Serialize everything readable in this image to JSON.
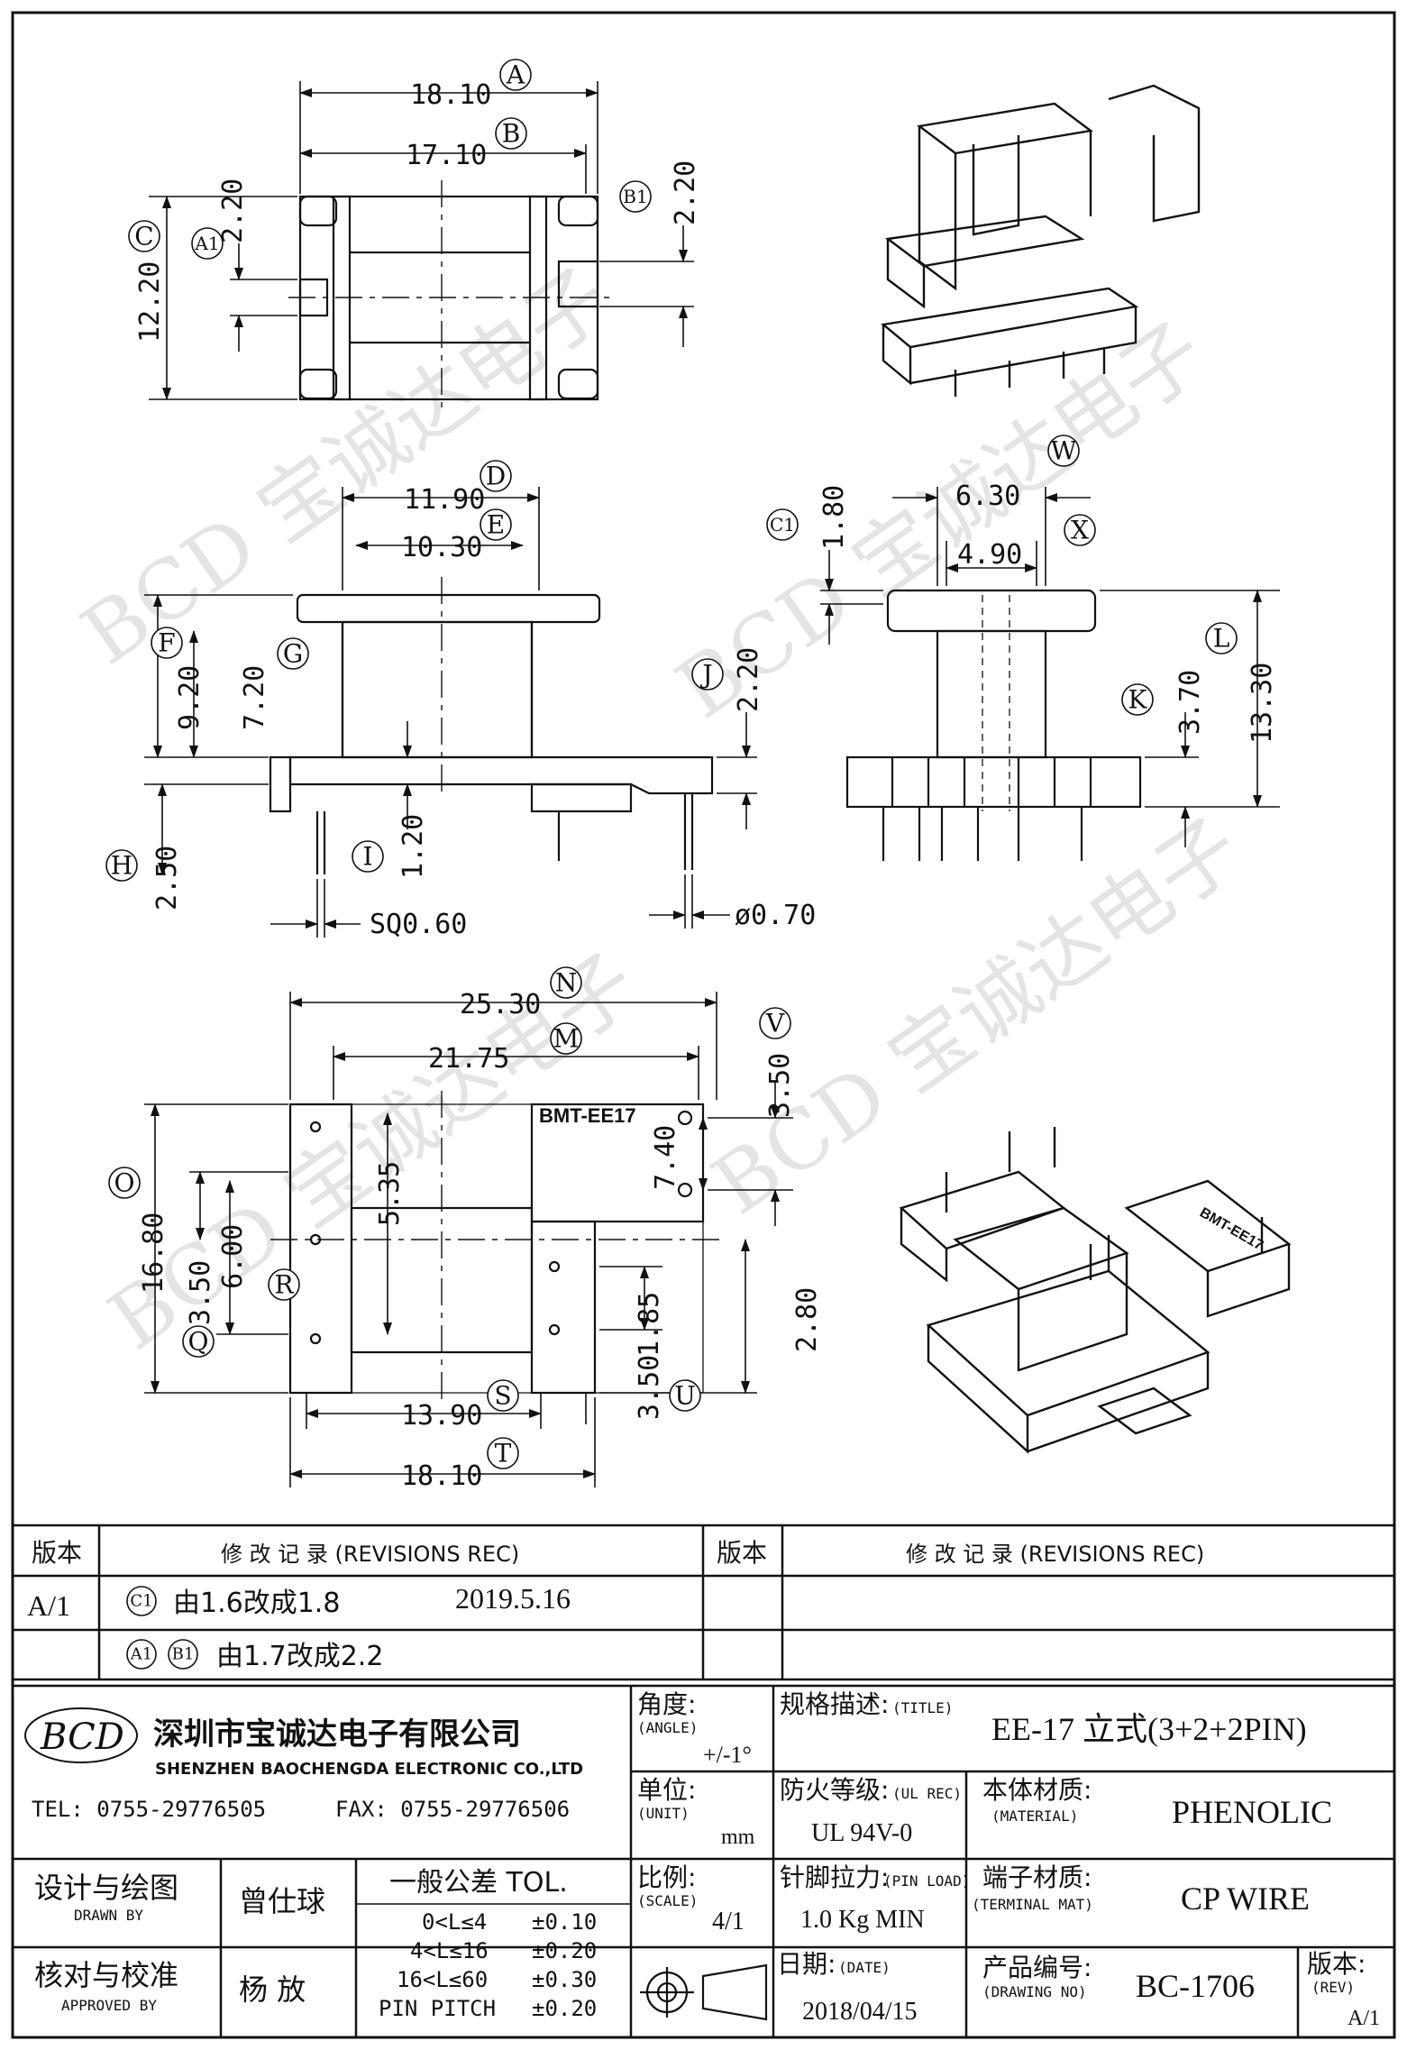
{
  "dims": {
    "A": "18.10",
    "B": "17.10",
    "A1": "2.20",
    "B1": "2.20",
    "C": "12.20",
    "D": "11.90",
    "E": "10.30",
    "F": "9.20",
    "G": "7.20",
    "J": "2.20",
    "H": "2.50",
    "I": "1.20",
    "sq": "SQ0.60",
    "dia": "ø0.70",
    "W": "6.30",
    "X": "4.90",
    "C1": "1.80",
    "L": "13.30",
    "K": "3.70",
    "N": "25.30",
    "M": "21.75",
    "V": "3.50",
    "pitch7": "7.40",
    "d535": "5.35",
    "O": "16.80",
    "R": "6.00",
    "Q": "3.50",
    "d185": "1.85",
    "d280": "2.80",
    "S": "13.90",
    "T": "18.10",
    "U": "3.50"
  },
  "labels": {
    "A": "A",
    "B": "B",
    "A1": "A1",
    "B1": "B1",
    "C": "C",
    "C1": "C1",
    "D": "D",
    "E": "E",
    "F": "F",
    "G": "G",
    "H": "H",
    "I": "I",
    "J": "J",
    "K": "K",
    "L": "L",
    "M": "M",
    "N": "N",
    "O": "O",
    "Q": "Q",
    "R": "R",
    "S": "S",
    "T": "T",
    "U": "U",
    "V": "V",
    "W": "W",
    "X": "X"
  },
  "part_marking": "BMT-EE17",
  "watermark": "BCD 宝诚达电子",
  "revisions": {
    "col_rev": "版本",
    "col_rec": "修 改 记 录 (REVISIONS REC)",
    "col_rev2": "版本",
    "col_rec2": "修 改 记 录 (REVISIONS REC)",
    "rev": "A/1",
    "row1_tag": "C1",
    "row1_text": "由1.6改成1.8",
    "row1_date": "2019.5.16",
    "row2_tag1": "A1",
    "row2_tag2": "B1",
    "row2_text": "由1.7改成2.2"
  },
  "company": {
    "logo": "BCD",
    "name_cn": "深圳市宝诚达电子有限公司",
    "name_en": "SHENZHEN BAOCHENGDA ELECTRONIC CO.,LTD",
    "tel": "TEL: 0755-29776505",
    "fax": "FAX: 0755-29776506"
  },
  "titleblock": {
    "angle_cn": "角度:",
    "angle_en": "(ANGLE)",
    "angle_val": "+/-1°",
    "title_cn": "规格描述:",
    "title_en": "(TITLE)",
    "title_val": "EE-17 立式(3+2+2PIN)",
    "unit_cn": "单位:",
    "unit_en": "(UNIT)",
    "unit_val": "mm",
    "ul_cn": "防火等级:",
    "ul_en": "(UL REC)",
    "ul_val": "UL 94V-0",
    "mat_cn": "本体材质:",
    "mat_en": "(MATERIAL)",
    "mat_val": "PHENOLIC",
    "drawn_cn": "设计与绘图",
    "drawn_en": "DRAWN BY",
    "drawn_val": "曾仕球",
    "tol_title": "一般公差 TOL.",
    "tol": [
      {
        "range": "0<L≤4",
        "val": "±0.10"
      },
      {
        "range": "4<L≤16",
        "val": "±0.20"
      },
      {
        "range": "16<L≤60",
        "val": "±0.30"
      },
      {
        "range": "PIN PITCH",
        "val": "±0.20"
      }
    ],
    "scale_cn": "比例:",
    "scale_en": "(SCALE)",
    "scale_val": "4/1",
    "pin_cn": "针脚拉力:",
    "pin_en": "(PIN LOAD)",
    "pin_val": "1.0 Kg MIN",
    "term_cn": "端子材质:",
    "term_en": "(TERMINAL MAT)",
    "term_val": "CP WIRE",
    "appr_cn": "核对与校准",
    "appr_en": "APPROVED BY",
    "appr_val": "杨 放",
    "date_cn": "日期:",
    "date_en": "(DATE)",
    "date_val": "2018/04/15",
    "dno_cn": "产品编号:",
    "dno_en": "(DRAWING NO)",
    "dno_val": "BC-1706",
    "rev_cn": "版本:",
    "rev_en": "(REV)",
    "rev_val": "A/1"
  }
}
